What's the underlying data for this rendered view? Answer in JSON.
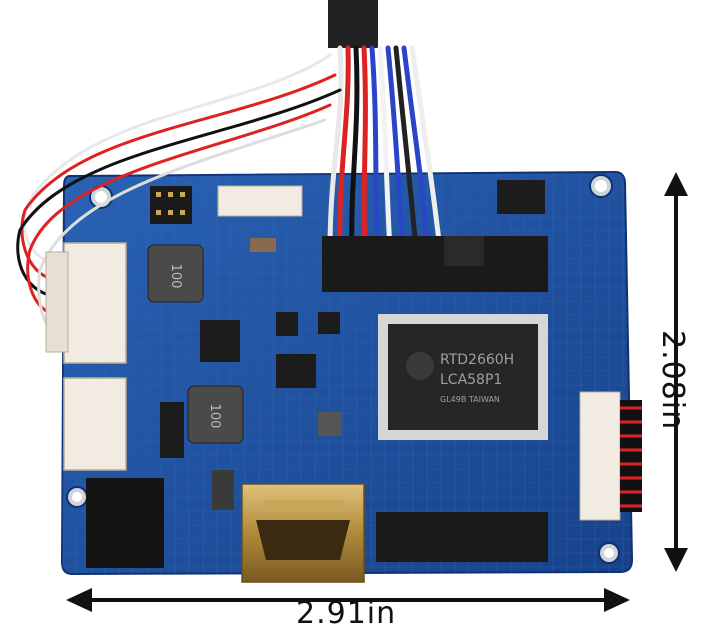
{
  "dimensions": {
    "width_label": "2.91in",
    "height_label": "2.08in"
  },
  "chips": {
    "main_chip_line1": "RTD2660H",
    "main_chip_line2": "LCA58P1",
    "main_chip_line3": "GL49B TAIWAN",
    "inductor_top": "100",
    "inductor_bottom": "100"
  },
  "colors": {
    "pcb": "#1c4f9c",
    "pcb_dark": "#143d7d",
    "connector": "#f1ebe1",
    "header": "#1a1a1a",
    "gold": "#c9a85a"
  }
}
